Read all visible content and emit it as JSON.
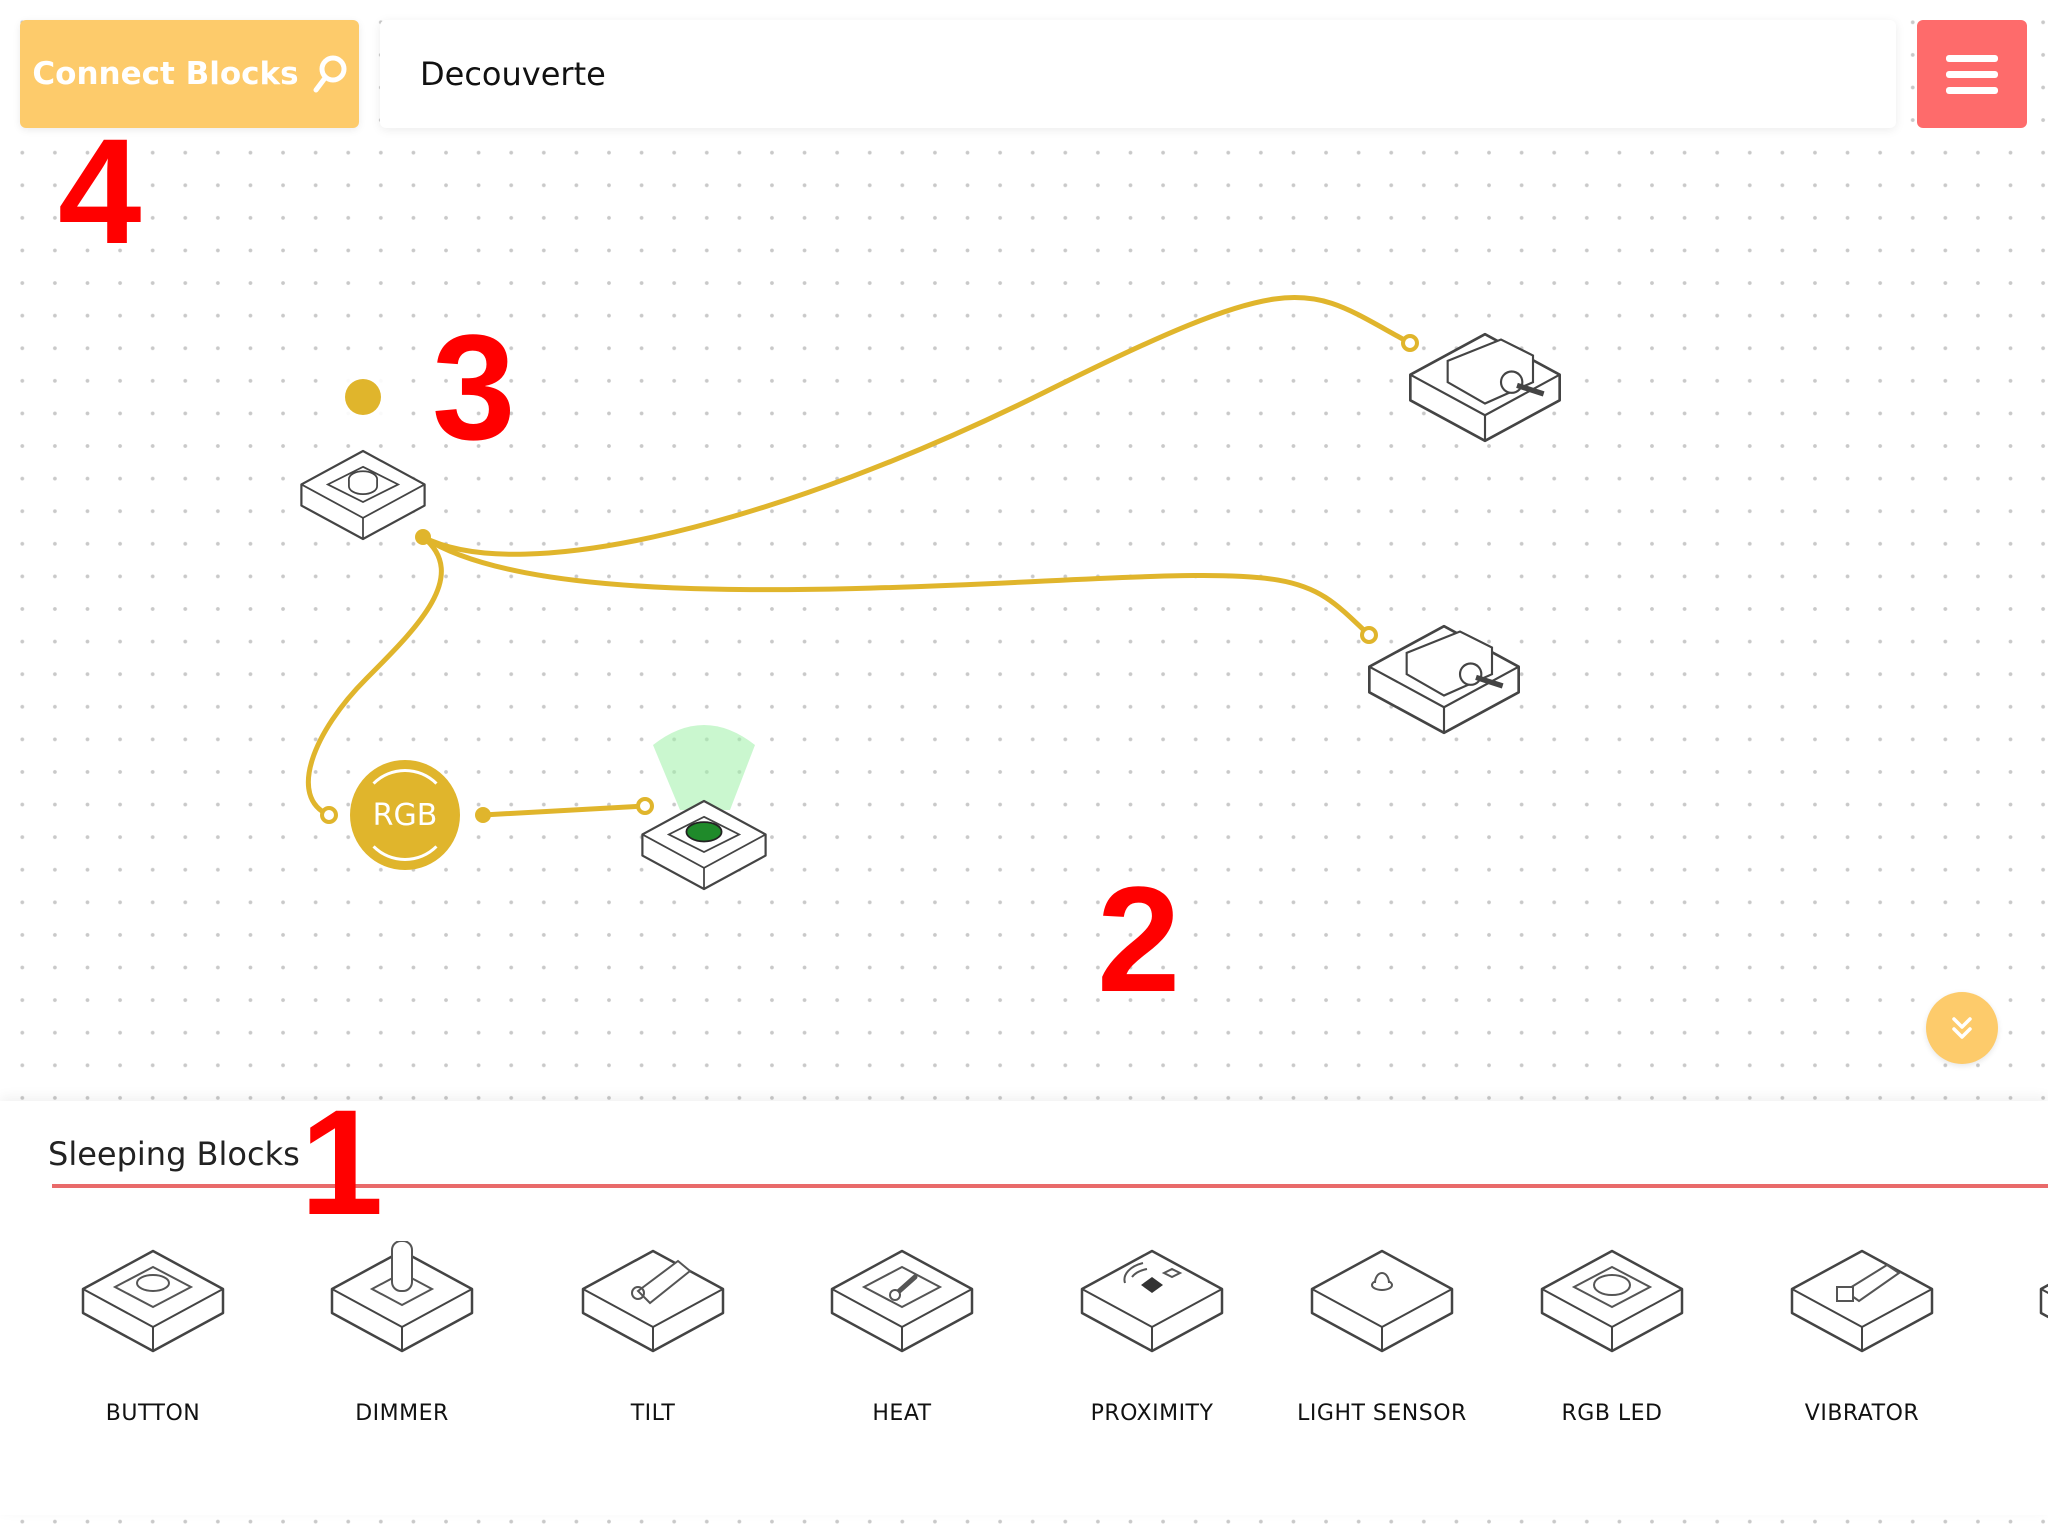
{
  "header": {
    "connect_label": "Connect Blocks",
    "project_title": "Decouverte"
  },
  "annotations": [
    "1",
    "2",
    "3",
    "4"
  ],
  "canvas": {
    "rgb_node_label": "RGB",
    "wire_color": "#e0b52c"
  },
  "sleeping_blocks": {
    "title": "Sleeping Blocks",
    "items": [
      {
        "label": "BUTTON",
        "icon": "button-block-icon"
      },
      {
        "label": "DIMMER",
        "icon": "dimmer-block-icon"
      },
      {
        "label": "TILT",
        "icon": "tilt-block-icon"
      },
      {
        "label": "HEAT",
        "icon": "heat-block-icon"
      },
      {
        "label": "PROXIMITY",
        "icon": "proximity-block-icon"
      },
      {
        "label": "LIGHT SENSOR",
        "icon": "light-sensor-block-icon"
      },
      {
        "label": "RGB LED",
        "icon": "rgb-led-block-icon"
      },
      {
        "label": "VIBRATOR",
        "icon": "vibrator-block-icon"
      }
    ]
  },
  "colors": {
    "accent": "#fdcb6b",
    "menu": "#fe6b6b",
    "divider": "#e96a6a",
    "wire": "#e0b52c"
  }
}
